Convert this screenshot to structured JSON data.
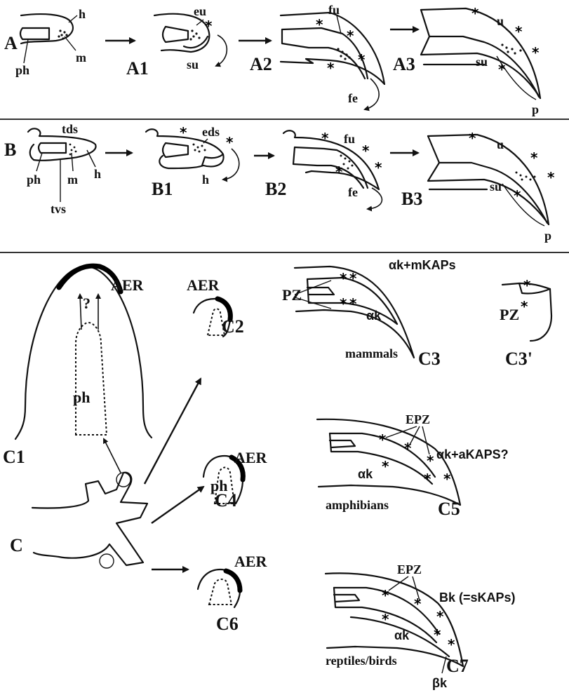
{
  "panels": {
    "A": {
      "label": "A",
      "a1": "A1",
      "a2": "A2",
      "a3": "A3",
      "ph": "ph",
      "h": "h",
      "m": "m",
      "eu": "eu",
      "su": "su",
      "fu": "fu",
      "fe": "fe",
      "u": "u",
      "su3": "su",
      "p": "p"
    },
    "B": {
      "label": "B",
      "b1": "B1",
      "b2": "B2",
      "b3": "B3",
      "tds": "tds",
      "ph": "ph",
      "m": "m",
      "h": "h",
      "tvs": "tvs",
      "eds": "eds",
      "h1": "h",
      "fu": "fu",
      "fe": "fe",
      "u": "u",
      "su": "su",
      "p": "p"
    },
    "C": {
      "label": "C",
      "c1": "C1",
      "c2": "C2",
      "c3": "C3",
      "c3p": "C3'",
      "c4": "C4",
      "c5": "C5",
      "c6": "C6",
      "c7": "C7",
      "aer": "AER",
      "q": "?",
      "ph": "ph",
      "pz": "PZ",
      "epz": "EPZ",
      "c3_top": "αk+mKAPs",
      "c3_bot": "αk",
      "mammals": "mammals",
      "c5_right": "αk+aKAPS?",
      "c5_bot": "αk",
      "amphibians": "amphibians",
      "c7_beta": "Βk (=sKAPs)",
      "c7_alpha": "αk",
      "c7_group": "reptiles/birds",
      "c7_bk": "βk"
    }
  },
  "star": "*"
}
